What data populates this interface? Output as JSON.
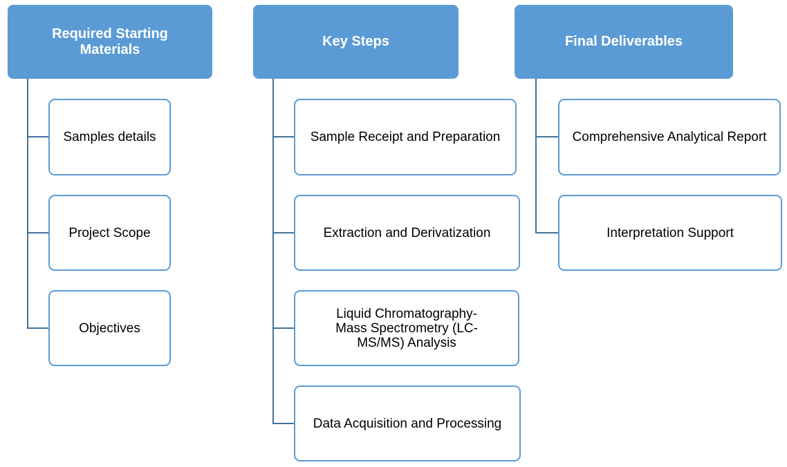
{
  "colors": {
    "header_fill": "#5b9bd5",
    "card_border": "#5b9bd5",
    "connector": "#41719c"
  },
  "columns": [
    {
      "header": "Required Starting Materials",
      "items": [
        "Samples details",
        "Project Scope",
        "Objectives"
      ]
    },
    {
      "header": "Key Steps",
      "items": [
        "Sample Receipt and Preparation",
        "Extraction and Derivatization",
        "Liquid Chromatography-Mass Spectrometry (LC-MS/MS) Analysis",
        "Data Acquisition and Processing"
      ]
    },
    {
      "header": "Final Deliverables",
      "items": [
        "Comprehensive Analytical Report",
        "Interpretation Support"
      ]
    }
  ]
}
